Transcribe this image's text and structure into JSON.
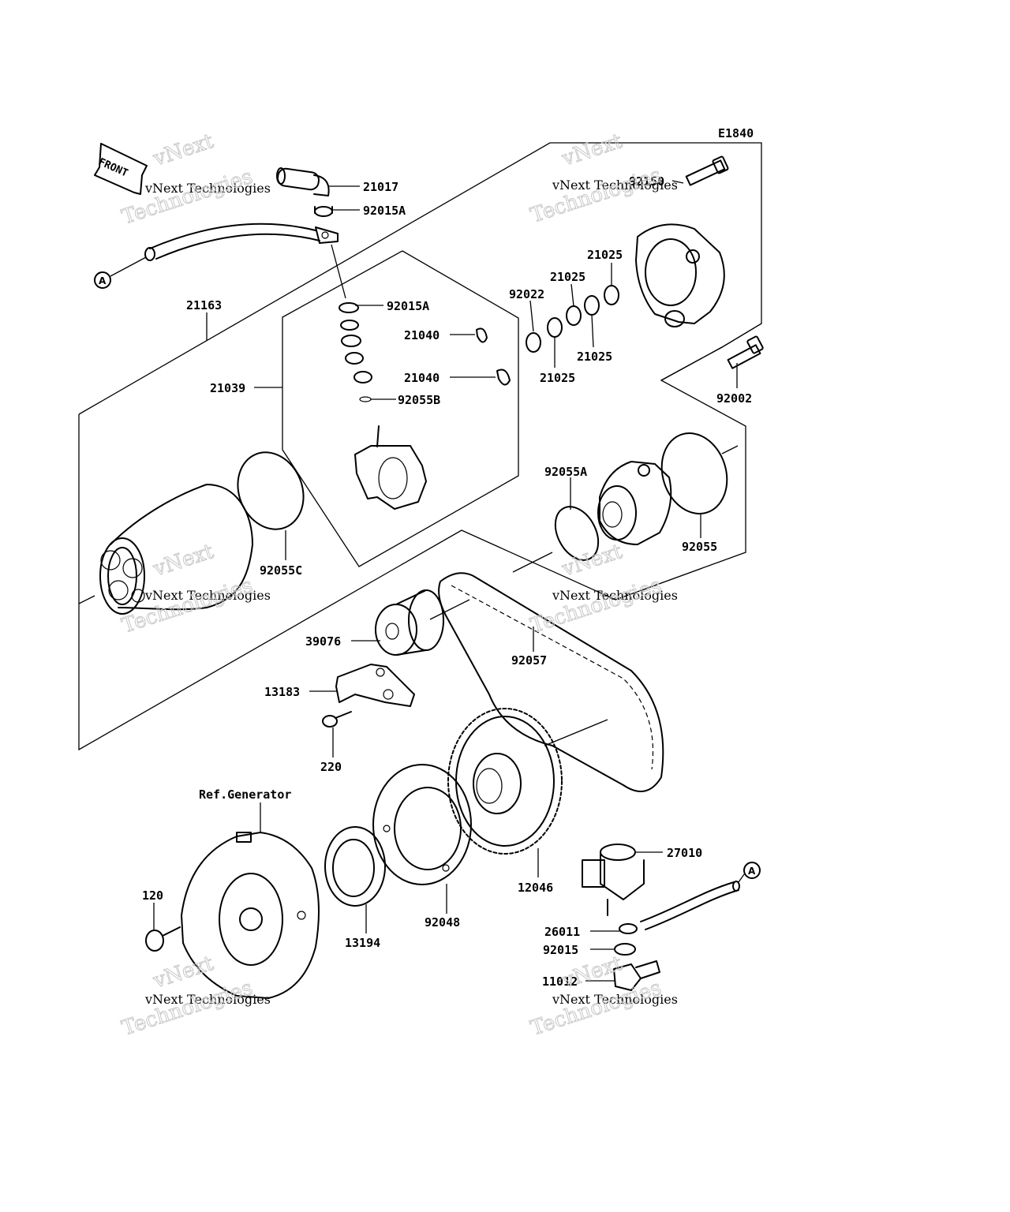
{
  "diagram_code": "E1840",
  "front_arrow": "FRONT",
  "reference_a": "A",
  "ref_generator": "Ref.Generator",
  "watermark": {
    "line1": "vNext Technologies",
    "line2": "vNext",
    "line3": "Technologies"
  },
  "parts": {
    "p21017": "21017",
    "p92015A_top": "92015A",
    "p92015A": "92015A",
    "p21163": "21163",
    "p21039": "21039",
    "p21040_a": "21040",
    "p21040_b": "21040",
    "p92055B": "92055B",
    "p92022": "92022",
    "p21025_a": "21025",
    "p21025_b": "21025",
    "p21025_c": "21025",
    "p21025_d": "21025",
    "p92150": "92150",
    "p92002": "92002",
    "p92055A": "92055A",
    "p92055": "92055",
    "p92055C": "92055C",
    "p39076": "39076",
    "p92057": "92057",
    "p13183": "13183",
    "p220": "220",
    "p12046": "12046",
    "p27010": "27010",
    "p26011": "26011",
    "p92015": "92015",
    "p11012": "11012",
    "p120": "120",
    "p13194": "13194",
    "p92048": "92048"
  }
}
